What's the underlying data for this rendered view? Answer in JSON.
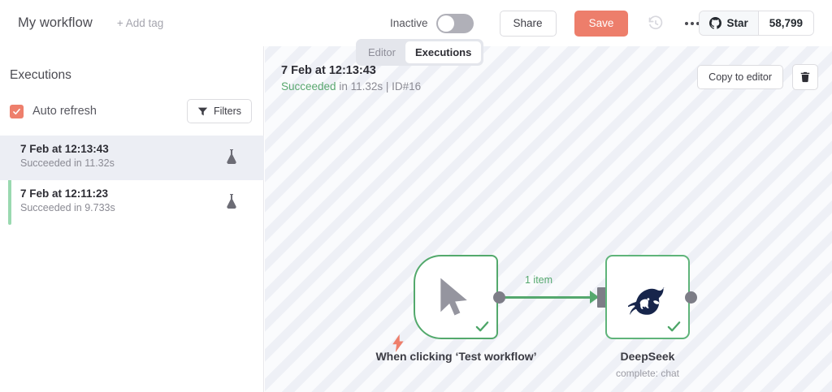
{
  "header": {
    "workflow_title": "My workflow",
    "add_tag_label": "+ Add tag",
    "active_state_label": "Inactive",
    "share_label": "Share",
    "save_label": "Save",
    "history_icon": "history-clock-icon",
    "more_icon": "ellipsis-icon",
    "github": {
      "star_label": "Star",
      "star_count": "58,799",
      "icon": "github-icon"
    }
  },
  "tabs": [
    {
      "label": "Editor",
      "active": false
    },
    {
      "label": "Executions",
      "active": true
    }
  ],
  "sidebar": {
    "title": "Executions",
    "auto_refresh_label": "Auto refresh",
    "auto_refresh_checked": true,
    "filters_label": "Filters",
    "filters_icon": "funnel-icon",
    "executions": [
      {
        "time": "7 Feb at 12:13:43",
        "status": "Succeeded in 11.32s",
        "mode_icon": "flask-icon",
        "selected": true
      },
      {
        "time": "7 Feb at 12:11:23",
        "status": "Succeeded in 9.733s",
        "mode_icon": "flask-icon",
        "selected": false
      }
    ]
  },
  "execution_detail": {
    "time": "7 Feb at 12:13:43",
    "status_word": "Succeeded",
    "status_rest": " in 11.32s | ID#16",
    "copy_to_editor_label": "Copy to editor",
    "delete_icon": "trash-icon"
  },
  "canvas": {
    "connection_label": "1 item",
    "nodes": [
      {
        "name": "When clicking ‘Test workflow’",
        "subtitle": "",
        "icon": "mouse-cursor-icon",
        "status_icon": "check-icon",
        "trigger_icon": "lightning-bolt-icon"
      },
      {
        "name": "DeepSeek",
        "subtitle": "complete: chat",
        "icon": "deepseek-whale-icon",
        "status_icon": "check-icon"
      }
    ]
  },
  "colors": {
    "accent_orange": "#ed7e6b",
    "success_green": "#55a86e",
    "node_border_green": "#53a96c",
    "deepseek_navy": "#17254b"
  }
}
